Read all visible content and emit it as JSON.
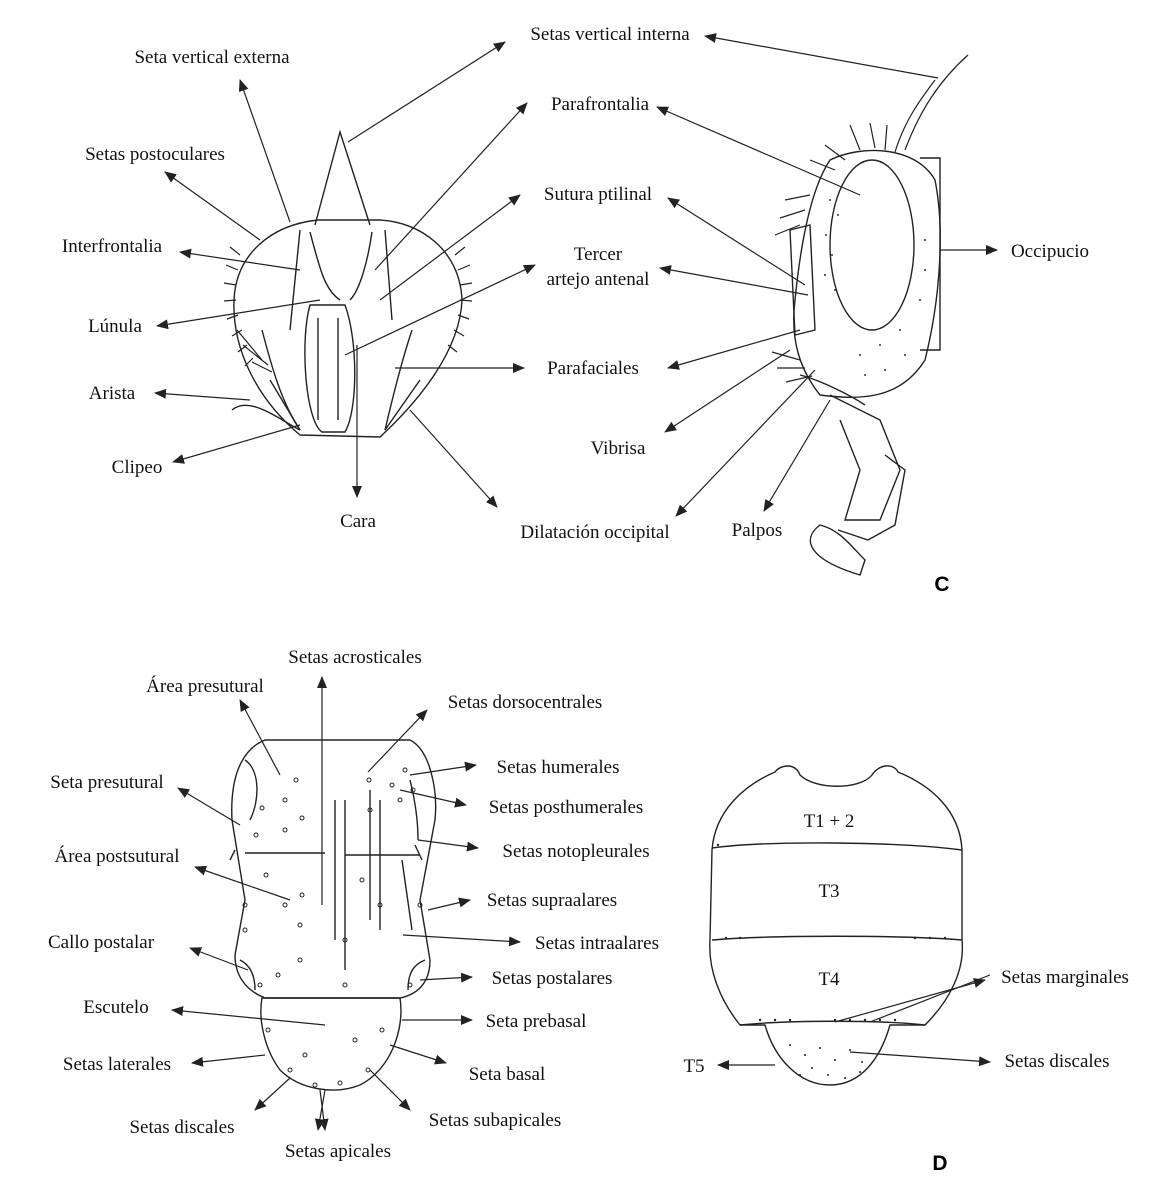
{
  "figure": {
    "panel_c": {
      "letter": "C",
      "labels": {
        "seta_vertical_externa": "Seta vertical externa",
        "setas_vertical_interna": "Setas vertical interna",
        "setas_postoculares": "Setas postoculares",
        "parafrontalia": "Parafrontalia",
        "sutura_ptilinal": "Sutura ptilinal",
        "interfrontalia": "Interfrontalia",
        "tercer": "Tercer",
        "artejo_antenal": "artejo antenal",
        "occipucio": "Occipucio",
        "lunula": "Lúnula",
        "parafaciales": "Parafaciales",
        "arista": "Arista",
        "vibrisa": "Vibrisa",
        "clipeo": "Clipeo",
        "cara": "Cara",
        "dilatacion_occipital": "Dilatación occipital",
        "palpos": "Palpos"
      }
    },
    "panel_d": {
      "letter": "D",
      "labels": {
        "setas_acrosticales": "Setas acrosticales",
        "area_presutural": "Área presutural",
        "setas_dorsocentrales": "Setas dorsocentrales",
        "setas_humerales": "Setas humerales",
        "seta_presutural": "Seta presutural",
        "setas_posthumerales": "Setas posthumerales",
        "area_postsutural": "Área postsutural",
        "setas_notopleurales": "Setas notopleurales",
        "setas_supraalares": "Setas supraalares",
        "callo_postalar": "Callo postalar",
        "setas_intraalares": "Setas intraalares",
        "setas_postalares": "Setas postalares",
        "escutelo": "Escutelo",
        "seta_prebasal": "Seta prebasal",
        "setas_laterales": "Setas laterales",
        "seta_basal": "Seta basal",
        "setas_discales_left": "Setas discales",
        "setas_subapicales": "Setas subapicales",
        "setas_apicales": "Setas apicales",
        "t12": "T1 + 2",
        "t3": "T3",
        "t4": "T4",
        "t5": "T5",
        "setas_marginales": "Setas marginales",
        "setas_discales_right": "Setas discales"
      }
    }
  }
}
